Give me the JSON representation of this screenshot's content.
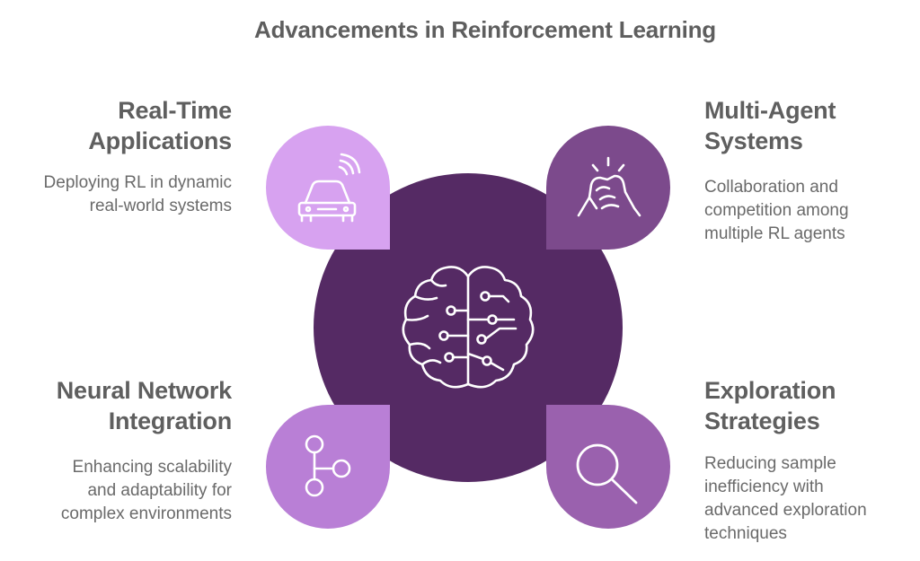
{
  "title": "Advancements in Reinforcement Learning",
  "colors": {
    "center": "#552a64",
    "real_time": "#d7a2f0",
    "multi_agent": "#7c4a8c",
    "neural_network": "#b97fd6",
    "exploration": "#9a61ae",
    "icon_stroke": "#ffffff",
    "text_heading": "#5f5f5f",
    "text_body": "#6a6a6a"
  },
  "items": {
    "real_time": {
      "heading_line1": "Real-Time",
      "heading_line2": "Applications",
      "desc_line1": "Deploying RL in dynamic",
      "desc_line2": "real-world systems",
      "icon": "car-wireless-icon"
    },
    "multi_agent": {
      "heading_line1": "Multi-Agent",
      "heading_line2": "Systems",
      "desc_line1": "Collaboration and",
      "desc_line2": "competition among",
      "desc_line3": "multiple RL agents",
      "icon": "handshake-icon"
    },
    "neural_network": {
      "heading_line1": "Neural Network",
      "heading_line2": "Integration",
      "desc_line1": "Enhancing scalability",
      "desc_line2": "and adaptability for",
      "desc_line3": "complex environments",
      "icon": "branch-icon"
    },
    "exploration": {
      "heading_line1": "Exploration",
      "heading_line2": "Strategies",
      "desc_line1": "Reducing sample",
      "desc_line2": "inefficiency with",
      "desc_line3": "advanced exploration",
      "desc_line4": "techniques",
      "icon": "magnifier-icon"
    },
    "center": {
      "icon": "brain-circuit-icon"
    }
  }
}
